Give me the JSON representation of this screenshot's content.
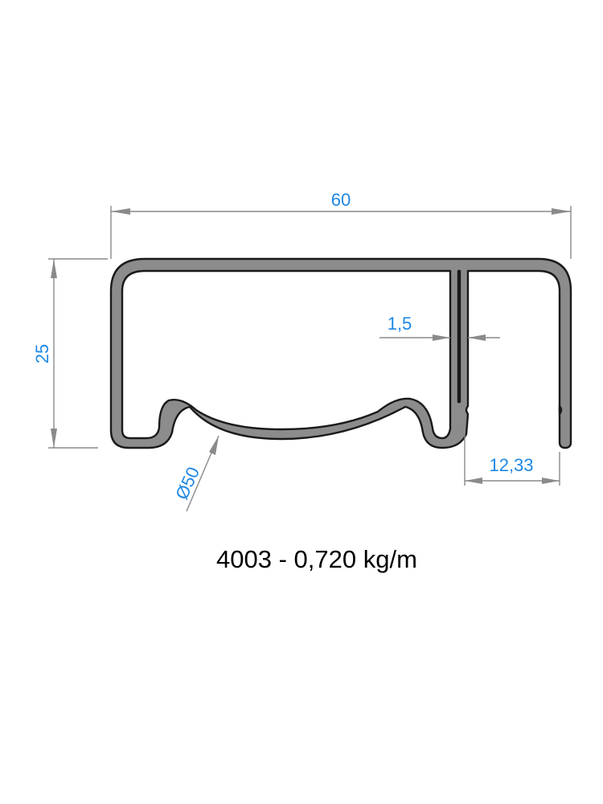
{
  "drawing": {
    "dimensions": {
      "width": "60",
      "height": "25",
      "wall_thickness": "1,5",
      "right_offset": "12,33",
      "diameter": "Ø50"
    },
    "caption": "4003 - 0,720 kg/m",
    "colors": {
      "dimension_text": "#1e88e5",
      "dimension_line": "#8a8a8a",
      "profile_fill": "#8c8c8c",
      "profile_outline": "#1a1a1a"
    }
  }
}
